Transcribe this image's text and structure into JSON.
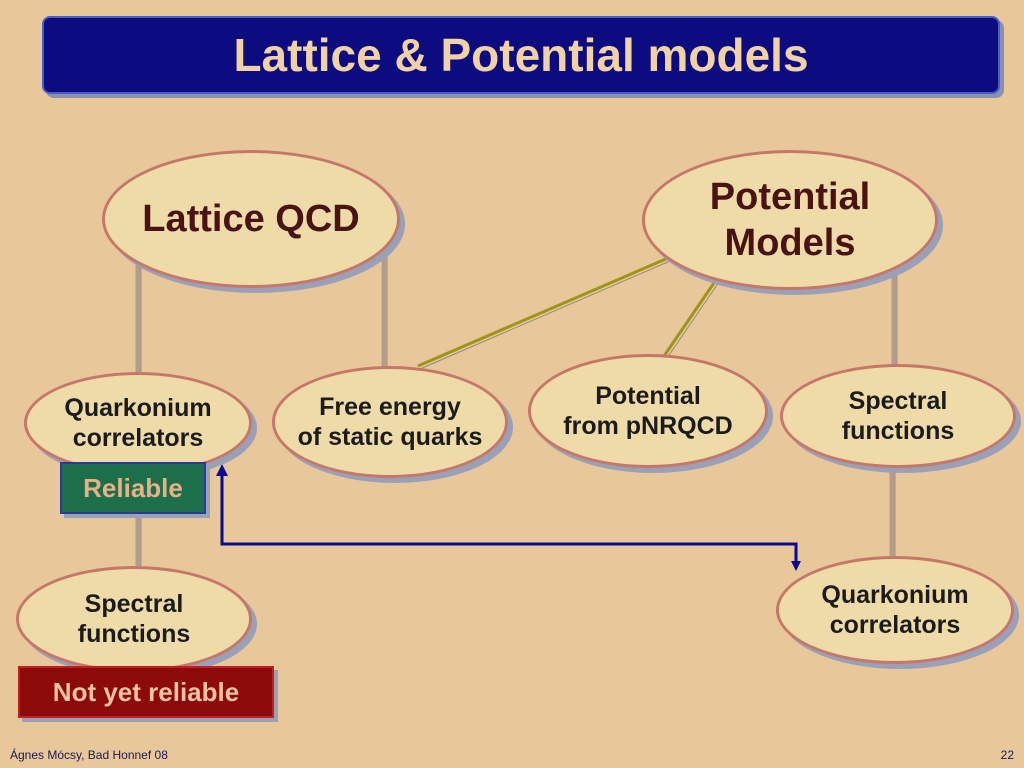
{
  "title": "Lattice & Potential models",
  "nodes": {
    "lattice_qcd": [
      "Lattice QCD"
    ],
    "potential_models": [
      "Potential",
      "Models"
    ],
    "quarkonium_correlators_left": [
      "Quarkonium",
      "correlators"
    ],
    "free_energy": [
      "Free energy",
      "of static quarks"
    ],
    "potential_pnrqcd": [
      "Potential",
      "from pNRQCD"
    ],
    "spectral_functions_right": [
      "Spectral",
      "functions"
    ],
    "spectral_functions_left": [
      "Spectral",
      "functions"
    ],
    "quarkonium_correlators_right": [
      "Quarkonium",
      "correlators"
    ]
  },
  "badges": {
    "reliable": "Reliable",
    "not_yet_reliable": "Not yet reliable"
  },
  "footer": {
    "author": "Ágnes Mócsy, Bad Honnef 08",
    "page_number": "22"
  },
  "colors": {
    "title_bar": "#0c0c80",
    "title_text": "#f2d2a4",
    "background": "#e8c79a",
    "node_fill": "#eedba8",
    "node_border": "#c7776a",
    "reliable_fill": "#1d6e4a",
    "not_reliable_fill": "#8c0a0a",
    "arrow_blue": "#0a0a90",
    "line_olive": "#a09418"
  }
}
